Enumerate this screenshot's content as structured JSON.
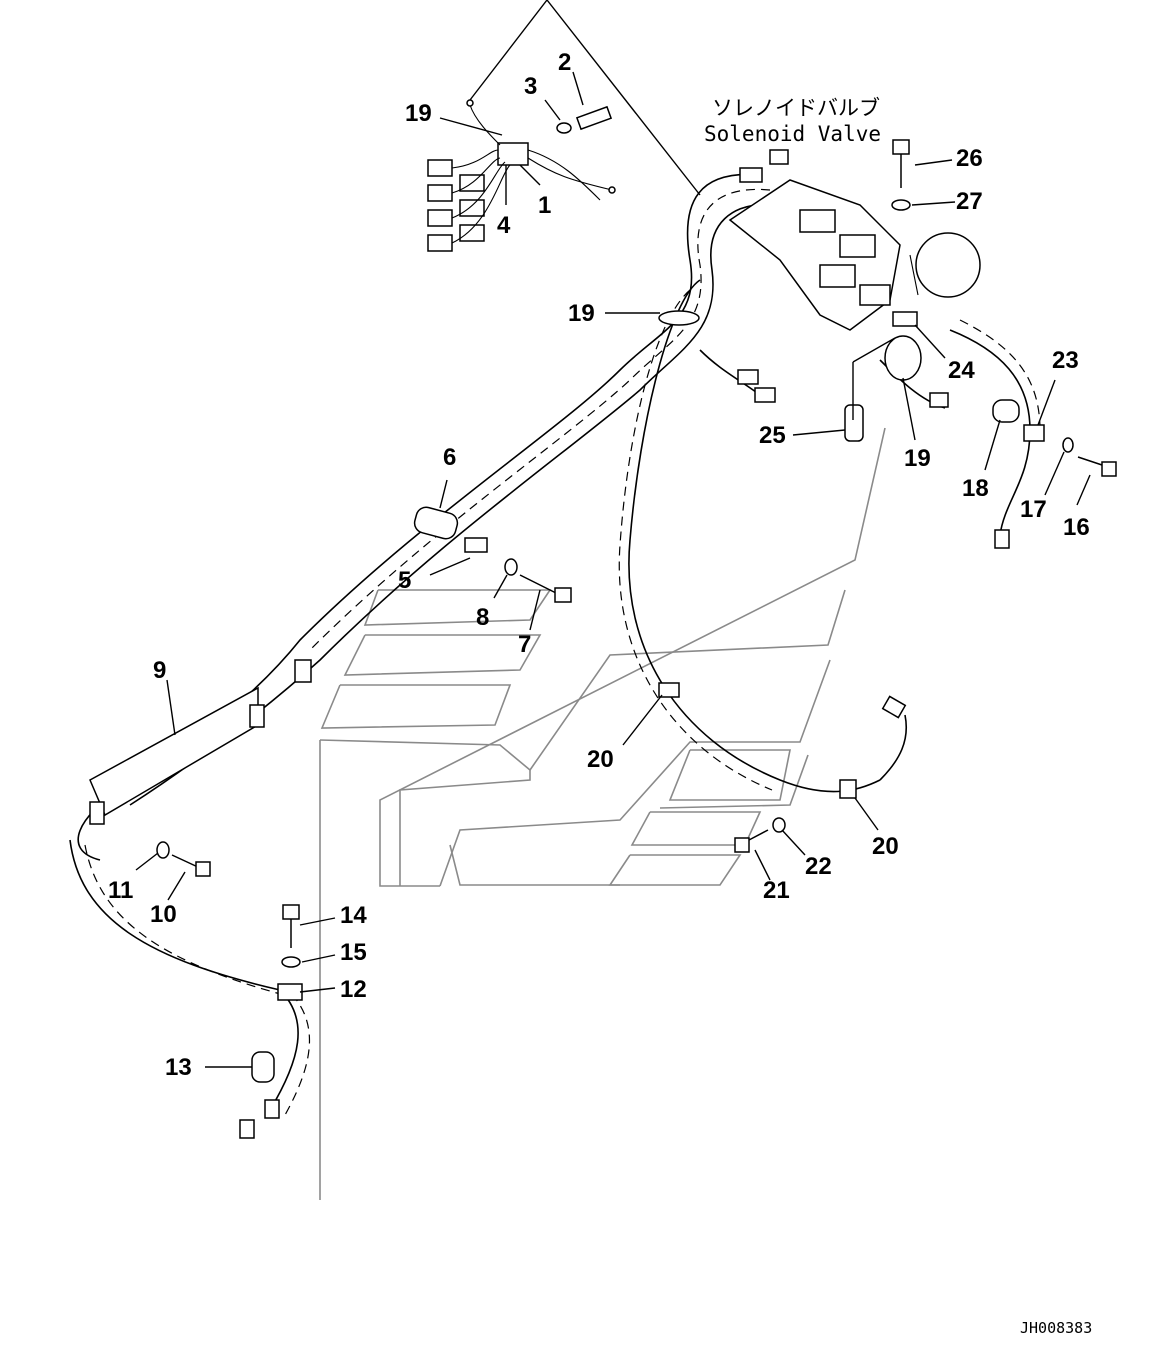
{
  "label_jp": "ソレノイドバルブ",
  "label_en": "Solenoid Valve",
  "drawing_code": "JH008383",
  "callouts": [
    "1",
    "2",
    "3",
    "4",
    "19",
    "19",
    "19",
    "5",
    "6",
    "7",
    "8",
    "9",
    "10",
    "11",
    "12",
    "13",
    "14",
    "15",
    "16",
    "17",
    "18",
    "20",
    "20",
    "21",
    "22",
    "23",
    "24",
    "25",
    "26",
    "27"
  ]
}
